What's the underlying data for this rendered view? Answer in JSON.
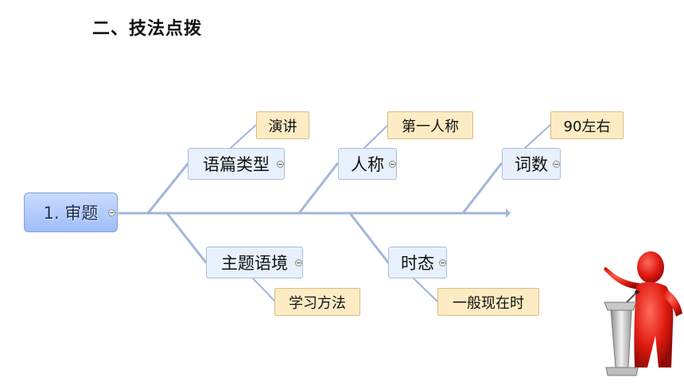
{
  "heading": "二、技法点拨",
  "root": {
    "label": "1. 审题"
  },
  "topics": {
    "genre": "语篇类型",
    "person": "人称",
    "word_count": "词数",
    "theme": "主题语境",
    "tense": "时态"
  },
  "details": {
    "genre": "演讲",
    "person": "第一人称",
    "word_count": "90左右",
    "theme": "学习方法",
    "tense": "一般现在时"
  },
  "colors": {
    "root_fill": "#b6cdfb",
    "topic_fill": "#e8f0fc",
    "leaf_fill": "#fdebc4",
    "connector": "#a3b5da"
  }
}
